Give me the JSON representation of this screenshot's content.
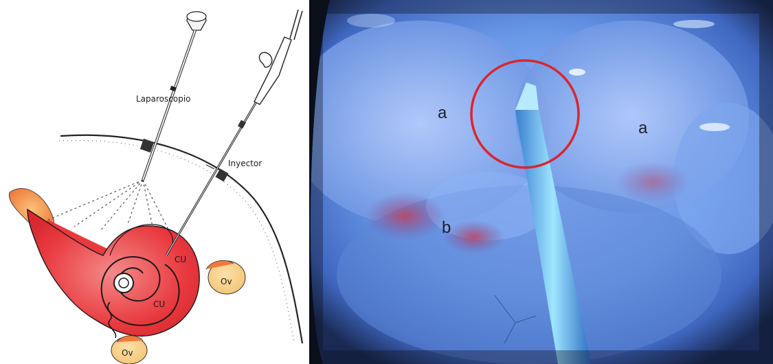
{
  "schematic": {
    "labels": {
      "laparoscope": "Laparoscopio",
      "injector": "Inyector",
      "cu_upper": "CU",
      "cu_lower": "CU",
      "ovary_right": "Ov",
      "ovary_bottom": "Ov"
    }
  },
  "photo": {
    "markers": {
      "a_left": "a",
      "a_right": "a",
      "b": "b"
    },
    "colors": {
      "highlight_circle": "#d8262e"
    }
  },
  "colors": {
    "uterus_red": "#e8393e",
    "ovary_orange": "#f5a06a",
    "photo_blue": "#6fa3ec"
  }
}
